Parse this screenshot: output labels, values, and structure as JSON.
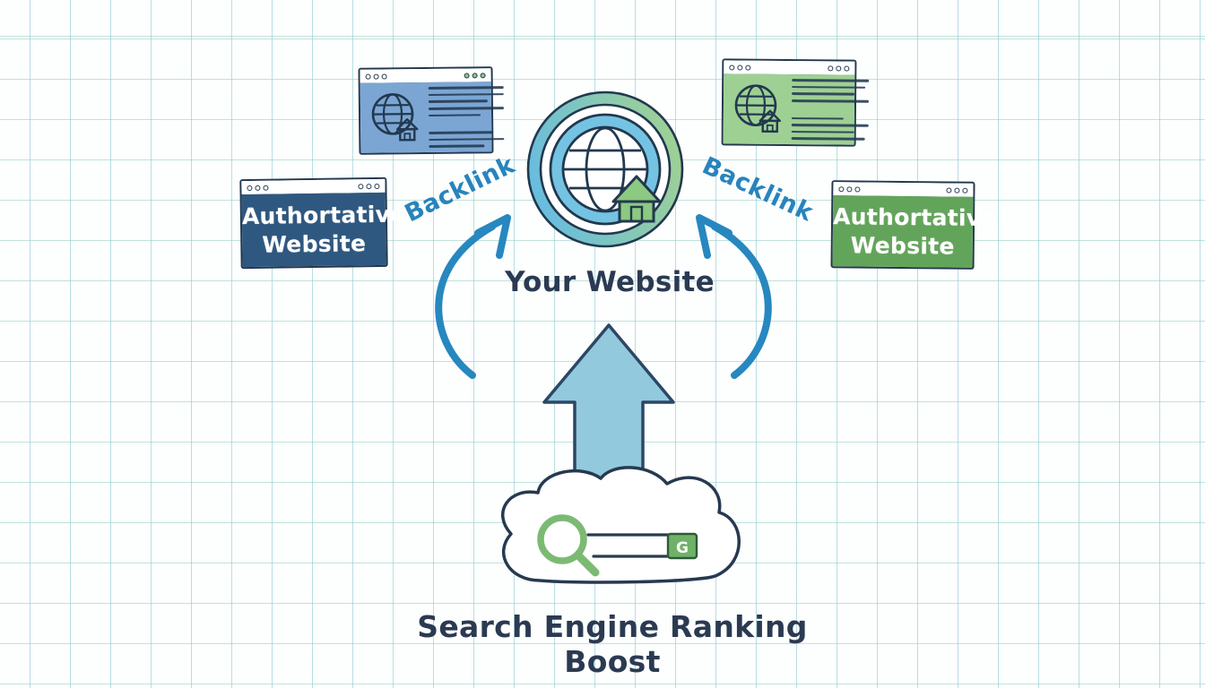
{
  "diagram": {
    "center_label": "Your Website",
    "backlink_left": "Backlink",
    "backlink_right": "Backlink",
    "auth_left": "Authortative Website",
    "auth_right": "Authortative Website",
    "g_badge": "G",
    "footer": "Search Engine Ranking Boost"
  },
  "browser_left": {
    "lines": [
      [
        84,
        84,
        66,
        84,
        58
      ],
      [
        72,
        84,
        62
      ]
    ]
  },
  "browser_right": {
    "lines": [
      [
        86,
        82,
        70,
        86
      ],
      [
        58,
        86,
        70,
        82
      ]
    ]
  },
  "colors": {
    "ink": "#22384e",
    "text": "#2b3a52",
    "backlink": "#2884bc",
    "arc": "#2787bf",
    "blue_window": "#7ba6d4",
    "green_window": "#9ed094",
    "auth_blue": "#2f5880",
    "auth_green": "#63a45b",
    "arrow_fill": "#92c9dd",
    "arrow_stroke": "#2c4766",
    "ring_blue": "#68bddf",
    "ring_green": "#9ed096",
    "globe_ring": "#74c3e3",
    "house_green": "#8cc981",
    "magnifier_green": "#7cba74",
    "g_green": "#6fb267",
    "cloud_ink": "#273950"
  }
}
